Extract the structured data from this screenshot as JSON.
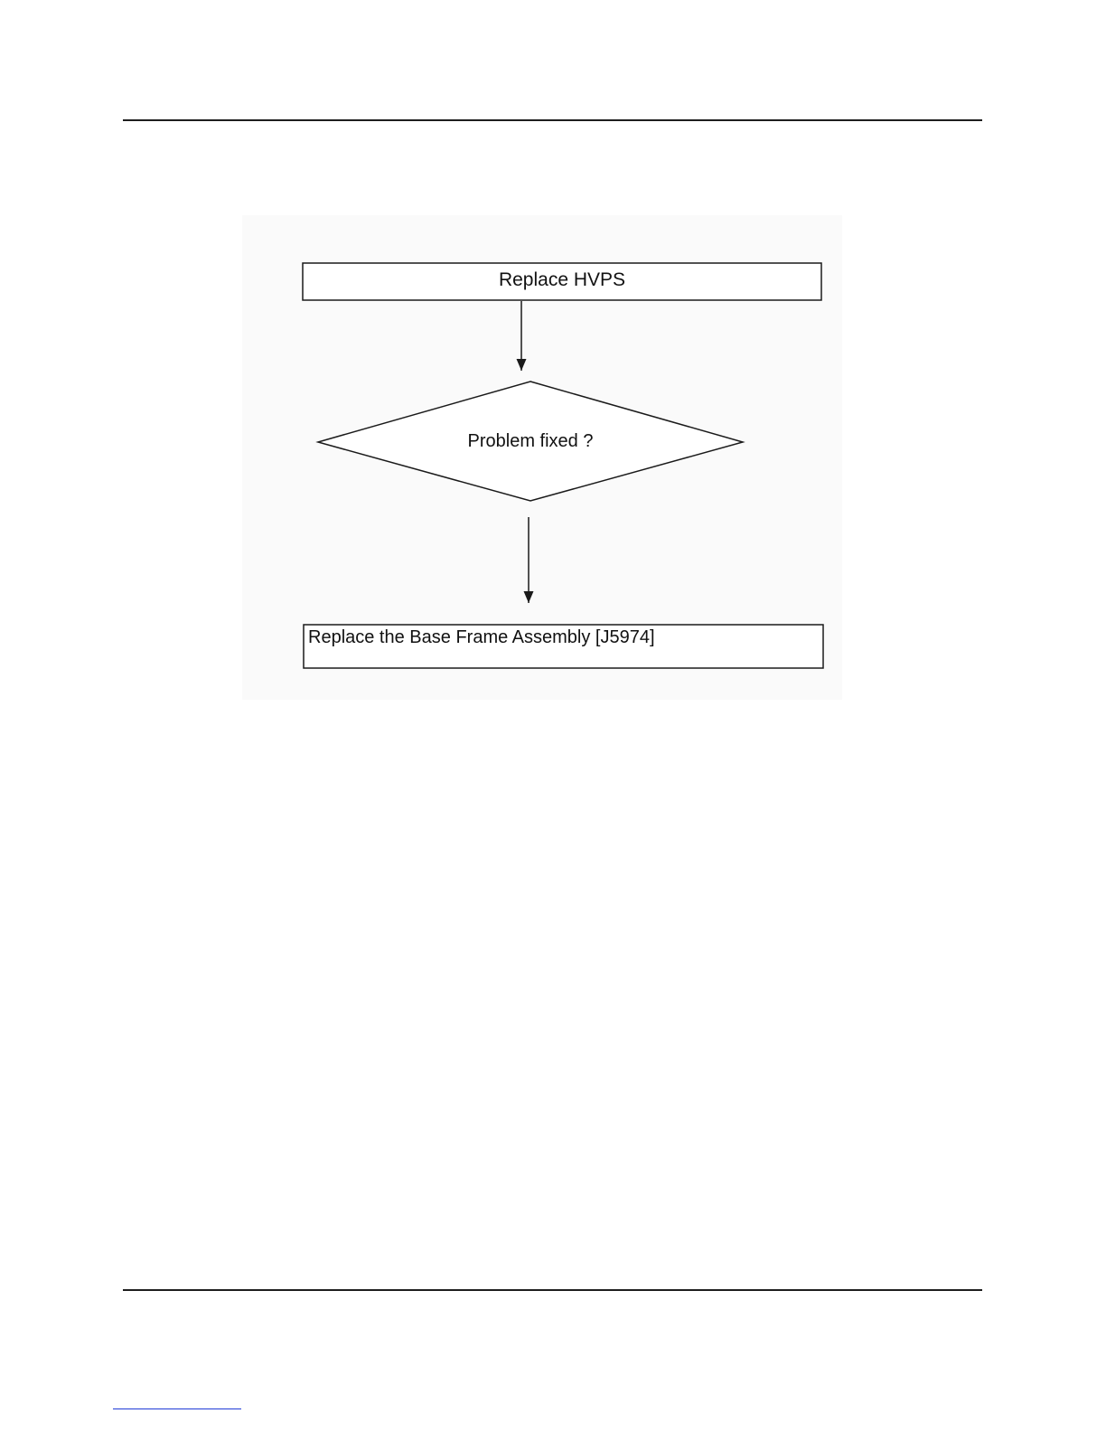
{
  "flowchart": {
    "nodes": [
      {
        "id": "step1",
        "shape": "process",
        "label": "Replace HVPS"
      },
      {
        "id": "decision",
        "shape": "decision",
        "label": "Problem fixed ?"
      },
      {
        "id": "step2",
        "shape": "process",
        "label": "Replace the Base Frame Assembly [J5974]"
      }
    ],
    "edges": [
      {
        "from": "step1",
        "to": "decision"
      },
      {
        "from": "decision",
        "to": "step2"
      }
    ]
  },
  "colors": {
    "line": "#1a1a1a",
    "diagram_background": "#fafafa",
    "footer_link": "#1f3bd6"
  }
}
